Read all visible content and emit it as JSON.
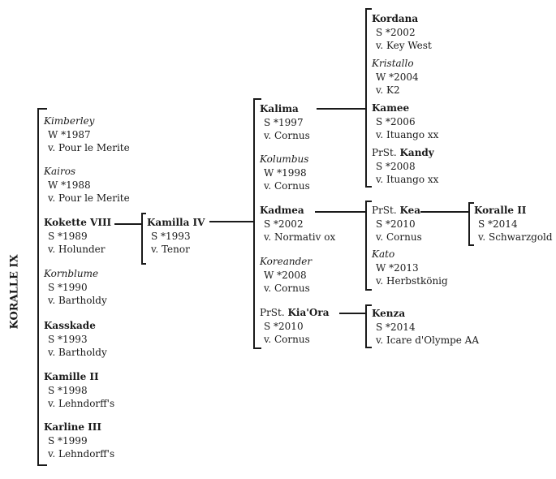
{
  "root": "KORALLE IX",
  "col1": [
    {
      "name": "Kimberley",
      "style": "italic",
      "year": "W *1987",
      "sire": "v. Pour le Merite"
    },
    {
      "name": "Kairos",
      "style": "italic",
      "year": "W *1988",
      "sire": "v. Pour le Merite"
    },
    {
      "name": "Kokette VIII",
      "style": "bold",
      "year": "S *1989",
      "sire": "v. Holunder"
    },
    {
      "name": "Kornblume",
      "style": "italic",
      "year": "S *1990",
      "sire": "v. Bartholdy"
    },
    {
      "name": "Kasskade",
      "style": "bold",
      "year": "S *1993",
      "sire": "v. Bartholdy"
    },
    {
      "name": "Kamille II",
      "style": "bold",
      "year": "S *1998",
      "sire": "v. Lehndorff's"
    },
    {
      "name": "Karline III",
      "style": "bold",
      "year": "S *1999",
      "sire": "v. Lehndorff's"
    }
  ],
  "col2": [
    {
      "name": "Kamilla IV",
      "style": "bold",
      "year": "S *1993",
      "sire": "v. Tenor"
    }
  ],
  "col3": [
    {
      "prefix": "",
      "name": "Kalima",
      "style": "bold",
      "year": "S *1997",
      "sire": "v. Cornus"
    },
    {
      "prefix": "",
      "name": "Kolumbus",
      "style": "italic",
      "year": "W *1998",
      "sire": "v. Cornus"
    },
    {
      "prefix": "",
      "name": "Kadmea",
      "style": "bold",
      "year": "S *2002",
      "sire": "v. Normativ ox"
    },
    {
      "prefix": "",
      "name": "Koreander",
      "style": "italic",
      "year": "W *2008",
      "sire": "v. Cornus"
    },
    {
      "prefix": "PrSt. ",
      "name": "Kia'Ora",
      "style": "bold",
      "year": "S *2010",
      "sire": "v. Cornus"
    }
  ],
  "col4": [
    {
      "prefix": "",
      "name": "Kordana",
      "style": "bold",
      "year": "S *2002",
      "sire": "v. Key West"
    },
    {
      "prefix": "",
      "name": "Kristallo",
      "style": "italic",
      "year": "W *2004",
      "sire": "v. K2"
    },
    {
      "prefix": "",
      "name": "Kamee",
      "style": "bold",
      "year": "S *2006",
      "sire": "v. Ituango xx"
    },
    {
      "prefix": "PrSt. ",
      "name": "Kandy",
      "style": "bold",
      "year": "S *2008",
      "sire": "v. Ituango xx"
    },
    {
      "prefix": "PrSt. ",
      "name": "Kea",
      "style": "bold",
      "year": "S *2010",
      "sire": "v. Cornus"
    },
    {
      "prefix": "",
      "name": "Kato",
      "style": "italic",
      "year": "W *2013",
      "sire": "v. Herbstkönig"
    },
    {
      "prefix": "",
      "name": "Kenza",
      "style": "bold",
      "year": "S *2014",
      "sire": "v. Icare d'Olympe AA"
    }
  ],
  "col5": [
    {
      "prefix": "",
      "name": "Koralle II",
      "style": "bold",
      "year": "S *2014",
      "sire": "v. Schwarzgold"
    }
  ]
}
